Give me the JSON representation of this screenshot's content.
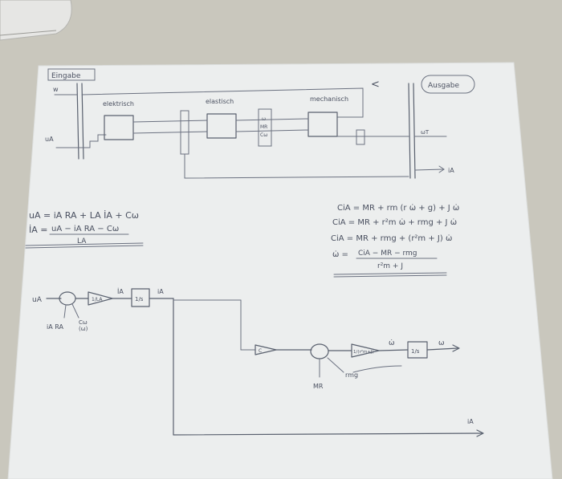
{
  "photo": {
    "colors": {
      "table": "#c9c7bd",
      "paper": "#eceeee",
      "ink": "#59606e",
      "laptop": "#e6e6e4"
    }
  },
  "sketch_top": {
    "eingabe": "Eingabe",
    "ausgabe": "Ausgabe",
    "elektrisch": "elektrisch",
    "elastisch": "elastisch",
    "mechanisch": "mechanisch",
    "u_a": "uA",
    "i_a": "iA",
    "w_in": "w",
    "omega_label": "ω",
    "mr_label": "MR",
    "mr_sub": "Cω",
    "out_label": "ωT",
    "chevron": "<"
  },
  "equations_left": {
    "line1": "uA = iA RA + LA İA + Cω",
    "line2_lhs": "İA =",
    "line2_num": "uA − iA RA − Cω",
    "line2_den": "LA"
  },
  "equations_right": {
    "line1": "CiA = MR + rm (r ω̇ + g) + J ω̇",
    "line2": "CiA = MR + r²m ω̇ + rmg + J ω̇",
    "line3": "CiA = MR + rmg + (r²m + J) ω̇",
    "line4_lhs": "ω̇ =",
    "line4_num": "CiA − MR − rmg",
    "line4_den": "r²m + J"
  },
  "block_diagram": {
    "u_a": "uA",
    "ia_ra": "iA RA",
    "c_omega": "Cω",
    "omega_paren": "(ω)",
    "gain1": "1/LA",
    "idot": "İA",
    "int1": "1/s",
    "i_a": "iA",
    "gain_c": "C",
    "mr": "MR",
    "rmg": "rmg",
    "gain2": "1/(r²m+J)",
    "omega_dot": "ω̇",
    "int2": "1/s",
    "omega": "ω",
    "i_a_out": "iA"
  }
}
